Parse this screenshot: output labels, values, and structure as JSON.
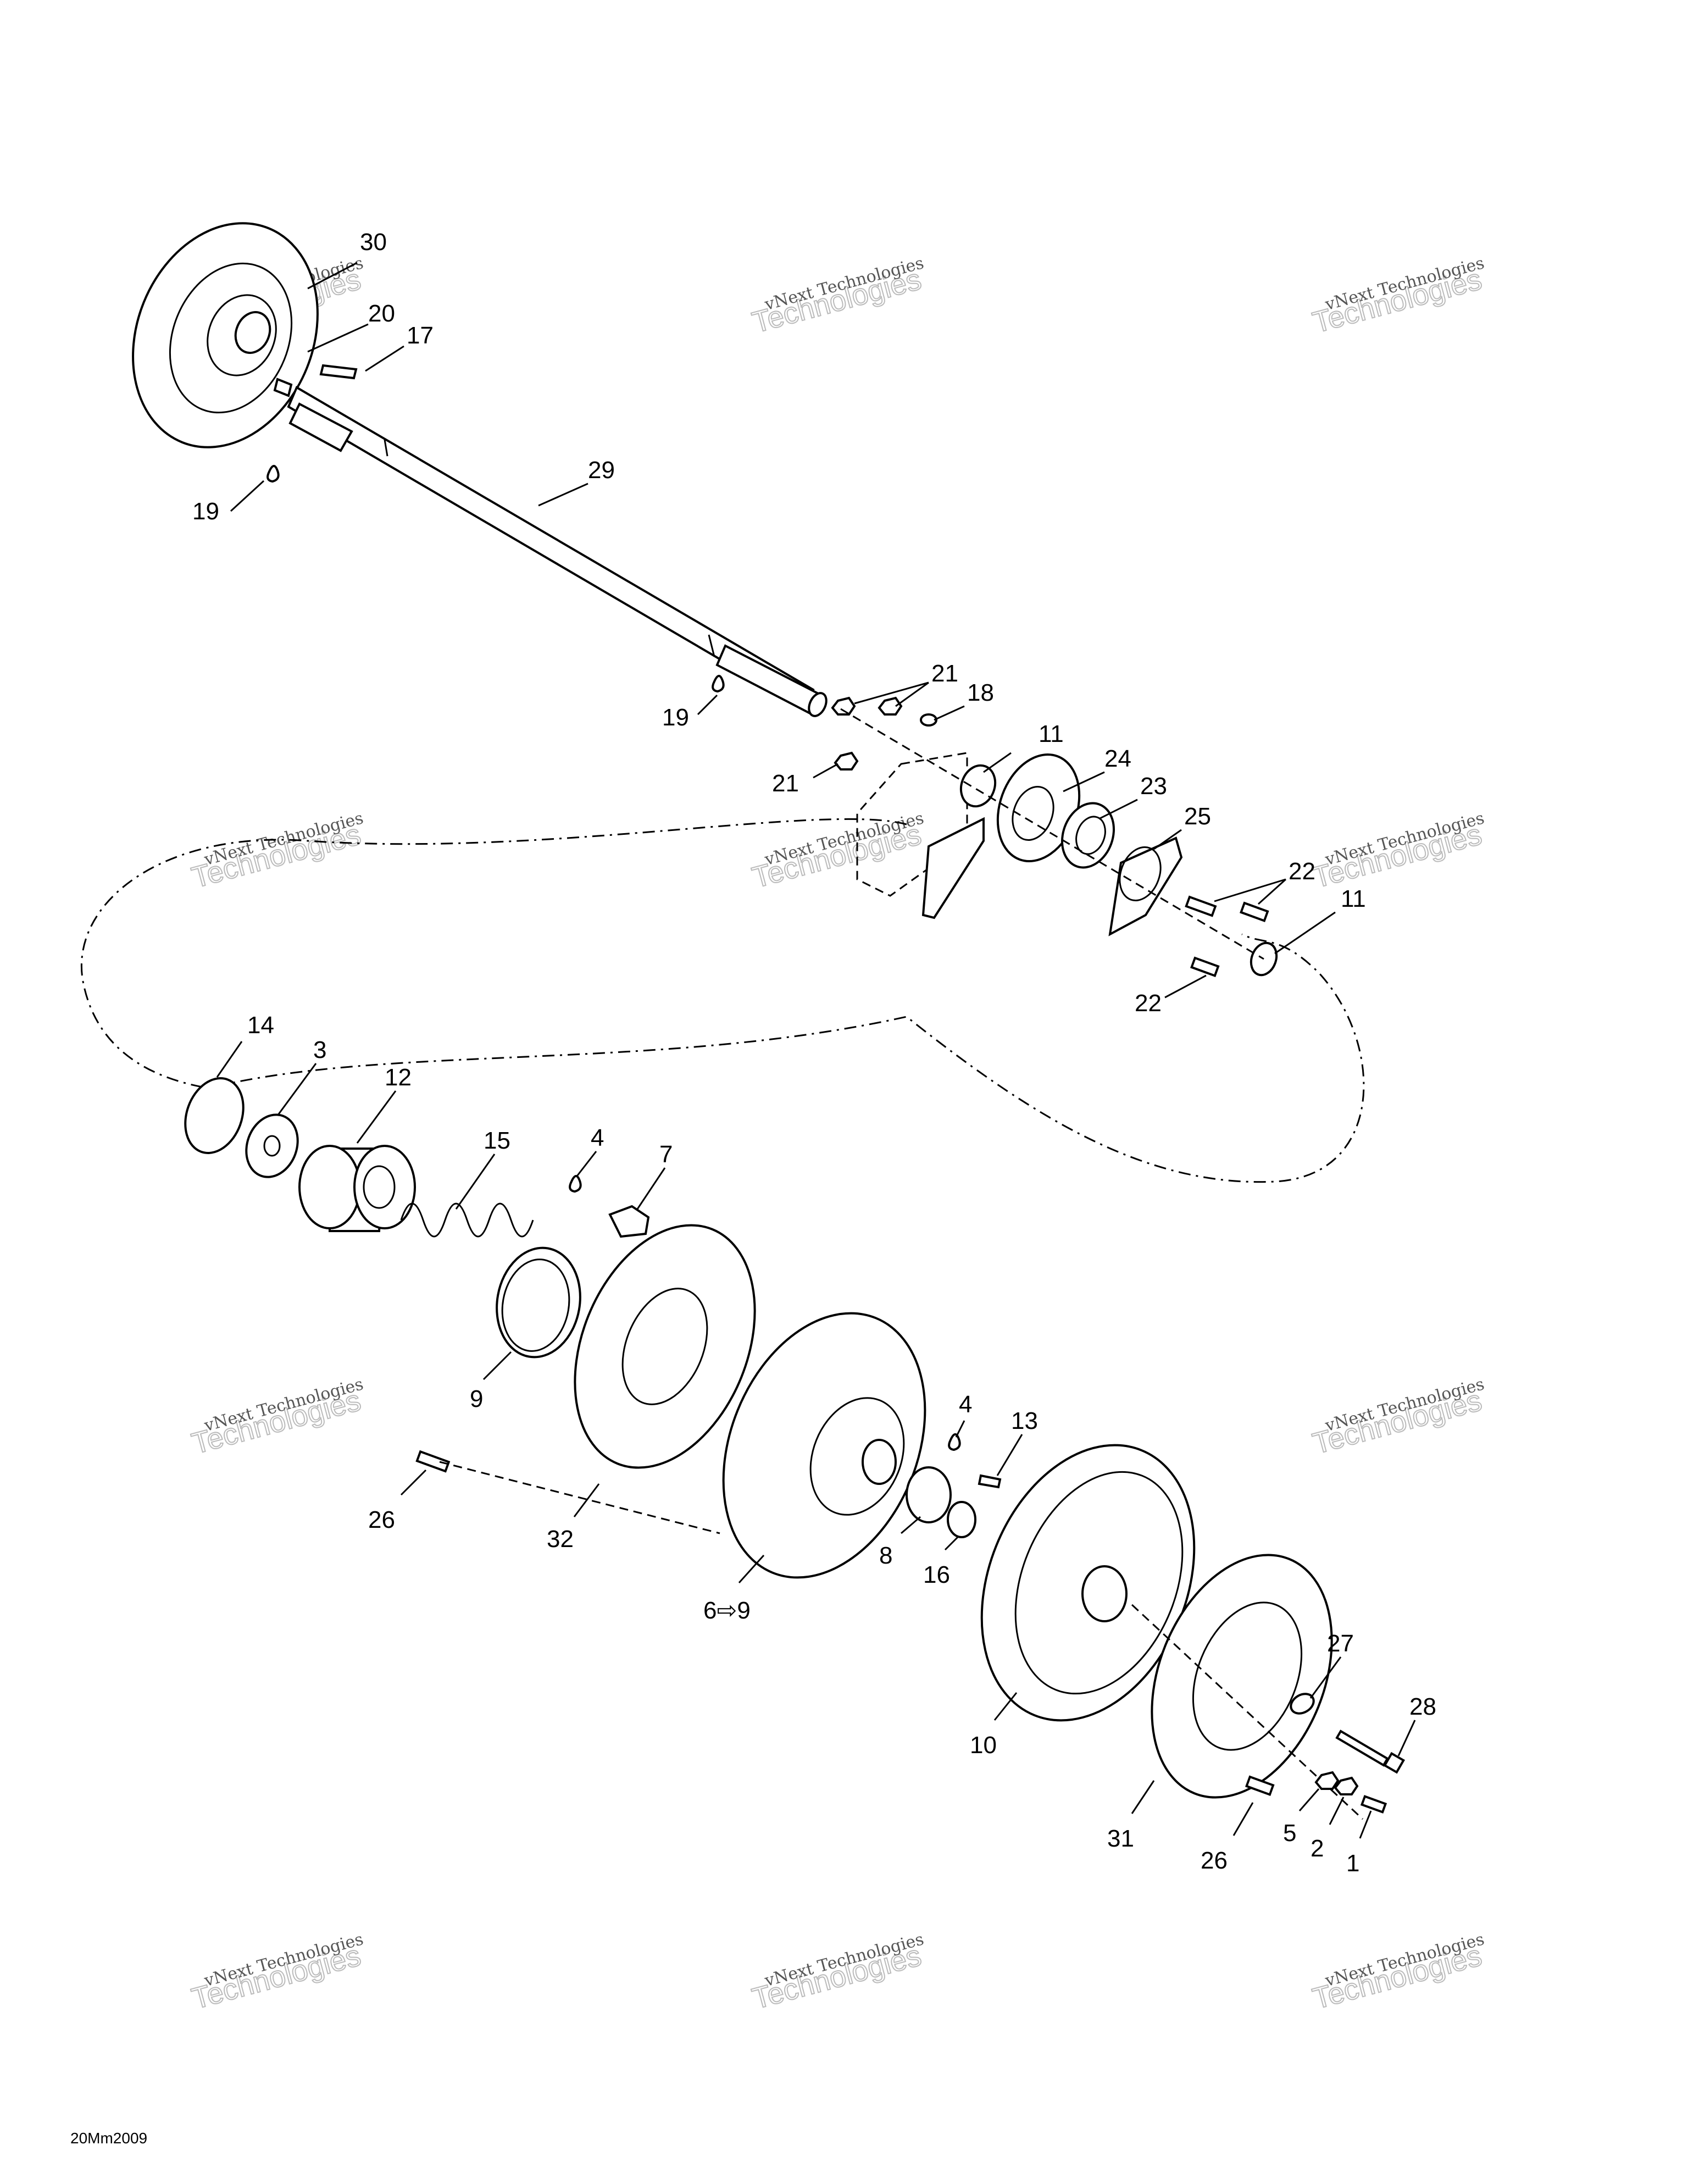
{
  "diagram_code": "20Mm2009",
  "watermark": {
    "line1": "vNext Technologies",
    "line2": "Technologies",
    "script": "vNext"
  },
  "callouts": {
    "c1": "1",
    "c2": "2",
    "c3": "3",
    "c4a": "4",
    "c4b": "4",
    "c5": "5",
    "c69": "6⇨9",
    "c7": "7",
    "c8": "8",
    "c9": "9",
    "c10": "10",
    "c11a": "11",
    "c11b": "11",
    "c12": "12",
    "c13": "13",
    "c14": "14",
    "c15": "15",
    "c16": "16",
    "c17": "17",
    "c18": "18",
    "c19a": "19",
    "c19b": "19",
    "c20": "20",
    "c21a": "21",
    "c21b": "21",
    "c22a": "22",
    "c22b": "22",
    "c23": "23",
    "c24": "24",
    "c25": "25",
    "c26a": "26",
    "c26b": "26",
    "c27": "27",
    "c28": "28",
    "c29": "29",
    "c30": "30",
    "c31": "31",
    "c32": "32"
  }
}
